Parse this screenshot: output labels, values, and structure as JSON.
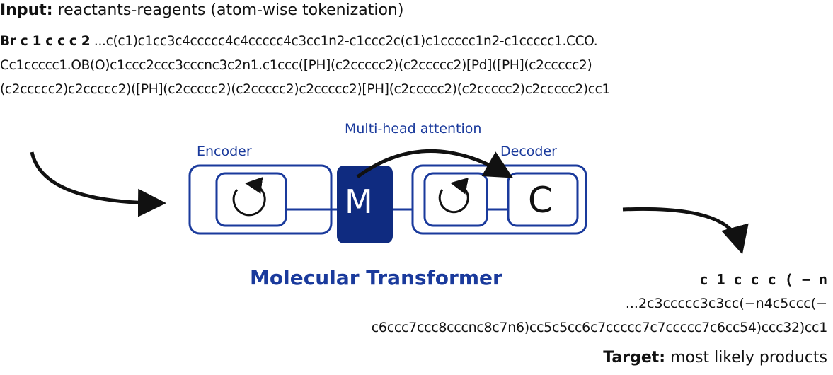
{
  "input": {
    "label": "Input:",
    "desc": "reactants-reagents (atom-wise tokenization)",
    "tokens": "Br c 1 c c c 2",
    "line1": "...c(c1)c1cc3c4ccccc4c4ccccc4c3cc1n2-c1ccc2c(c1)c1ccccc1n2-c1ccccc1.CCO.",
    "line2": "Cc1ccccc1.OB(O)c1ccc2ccc3cccnc3c2n1.c1ccc([PH](c2ccccc2)(c2ccccc2)[Pd]([PH](c2ccccc2)",
    "line3": "(c2ccccc2)c2ccccc2)([PH](c2ccccc2)(c2ccccc2)c2ccccc2)[PH](c2ccccc2)(c2ccccc2)c2ccccc2)cc1"
  },
  "diagram": {
    "encoder": "Encoder",
    "decoder": "Decoder",
    "attention": "Multi-head attention",
    "m": "M",
    "c": "C",
    "name": "Molecular Transformer",
    "blue": "#1a3a9c"
  },
  "output": {
    "tokens": "c 1 c c c ( − n",
    "line1": "...2c3ccccc3c3cc(−n4c5ccc(−",
    "line2": "c6ccc7ccc8cccnc8c7n6)cc5c5cc6c7ccccc7c7ccccc7c6cc54)ccc32)cc1",
    "label": "Target:",
    "desc": "most likely products"
  }
}
